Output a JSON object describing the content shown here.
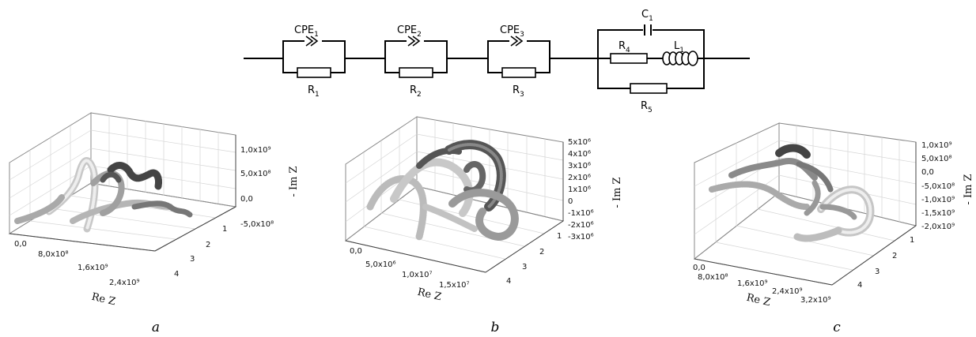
{
  "circuit": {
    "elements": [
      {
        "name": "CPE",
        "sub": "1"
      },
      {
        "name": "R",
        "sub": "1"
      },
      {
        "name": "CPE",
        "sub": "2"
      },
      {
        "name": "R",
        "sub": "2"
      },
      {
        "name": "CPE",
        "sub": "3"
      },
      {
        "name": "R",
        "sub": "3"
      },
      {
        "name": "C",
        "sub": "1"
      },
      {
        "name": "R",
        "sub": "4"
      },
      {
        "name": "L",
        "sub": "1"
      },
      {
        "name": "R",
        "sub": "5"
      }
    ]
  },
  "panels": [
    {
      "caption": "a",
      "x_label": "Re Z",
      "z_label": "- Im Z",
      "x_ticks": [
        "0,0",
        "8,0x10⁸",
        "1,6x10⁹",
        "2,4x10⁹"
      ],
      "y_ticks": [
        "1",
        "2",
        "3",
        "4"
      ],
      "z_ticks": [
        "1,0x10⁹",
        "5,0x10⁸",
        "0,0",
        "-5,0x10⁸"
      ]
    },
    {
      "caption": "b",
      "x_label": "Re Z",
      "z_label": "- Im Z",
      "x_ticks": [
        "0,0",
        "5,0x10⁶",
        "1,0x10⁷",
        "1,5x10⁷"
      ],
      "y_ticks": [
        "1",
        "2",
        "3",
        "4"
      ],
      "z_ticks": [
        "5x10⁶",
        "4x10⁶",
        "3x10⁶",
        "2x10⁶",
        "1x10⁶",
        "0",
        "-1x10⁶",
        "-2x10⁶",
        "-3x10⁶"
      ]
    },
    {
      "caption": "c",
      "x_label": "Re Z",
      "z_label": "- Im Z",
      "x_ticks": [
        "0,0",
        "8,0x10⁸",
        "1,6x10⁹",
        "2,4x10⁹",
        "3,2x10⁹"
      ],
      "y_ticks": [
        "1",
        "2",
        "3",
        "4"
      ],
      "z_ticks": [
        "1,0x10⁹",
        "5,0x10⁸",
        "0,0",
        "-5,0x10⁸",
        "-1,0x10⁹",
        "-1,5x10⁹",
        "-2,0x10⁹"
      ]
    }
  ]
}
